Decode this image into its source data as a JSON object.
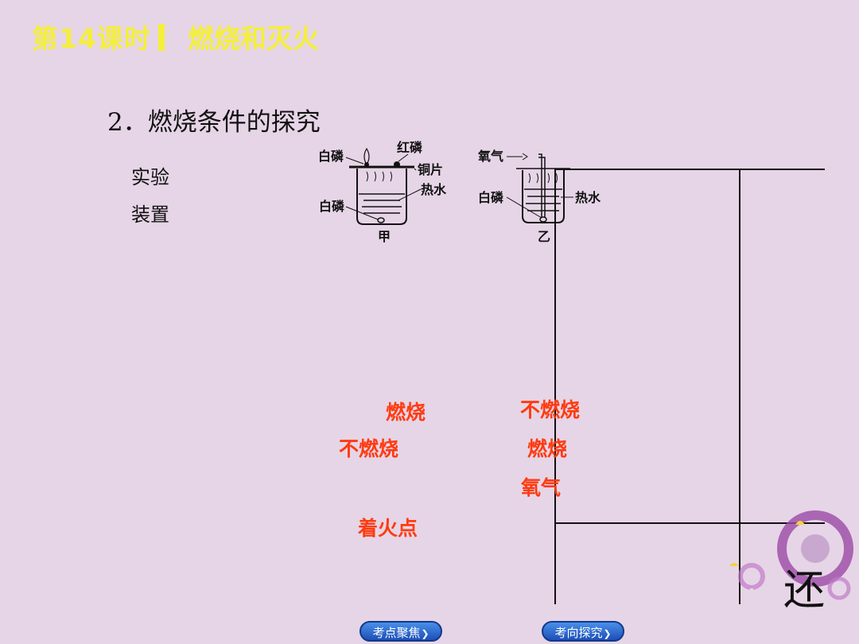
{
  "header": {
    "lesson": "第14课时",
    "topic": "燃烧和灭火"
  },
  "section": {
    "title": "2．燃烧条件的探究",
    "label_line1": "实验",
    "label_line2": "装置"
  },
  "diagram": {
    "jia": {
      "white_p_top": "白磷",
      "red_p": "红磷",
      "copper": "铜片",
      "hot_water": "热水",
      "white_p_bottom": "白磷",
      "caption": "甲"
    },
    "yi": {
      "oxygen": "氧气",
      "white_p": "白磷",
      "hot_water": "热水",
      "caption": "乙"
    }
  },
  "answers": {
    "jia_burn": "燃烧",
    "jia_no_burn": "不燃烧",
    "yi_no_burn": "不燃烧",
    "yi_burn": "燃烧",
    "oxygen": "氧气",
    "ignition_point": "着火点"
  },
  "corner_text": "还",
  "nav": {
    "focus_button": "考点聚焦",
    "explore_button": "考向探究"
  },
  "colors": {
    "background": "#e6d5e6",
    "header_text": "#f4ef3a",
    "answer_text": "#ff3b10",
    "nav_button": "#2a63cf"
  }
}
